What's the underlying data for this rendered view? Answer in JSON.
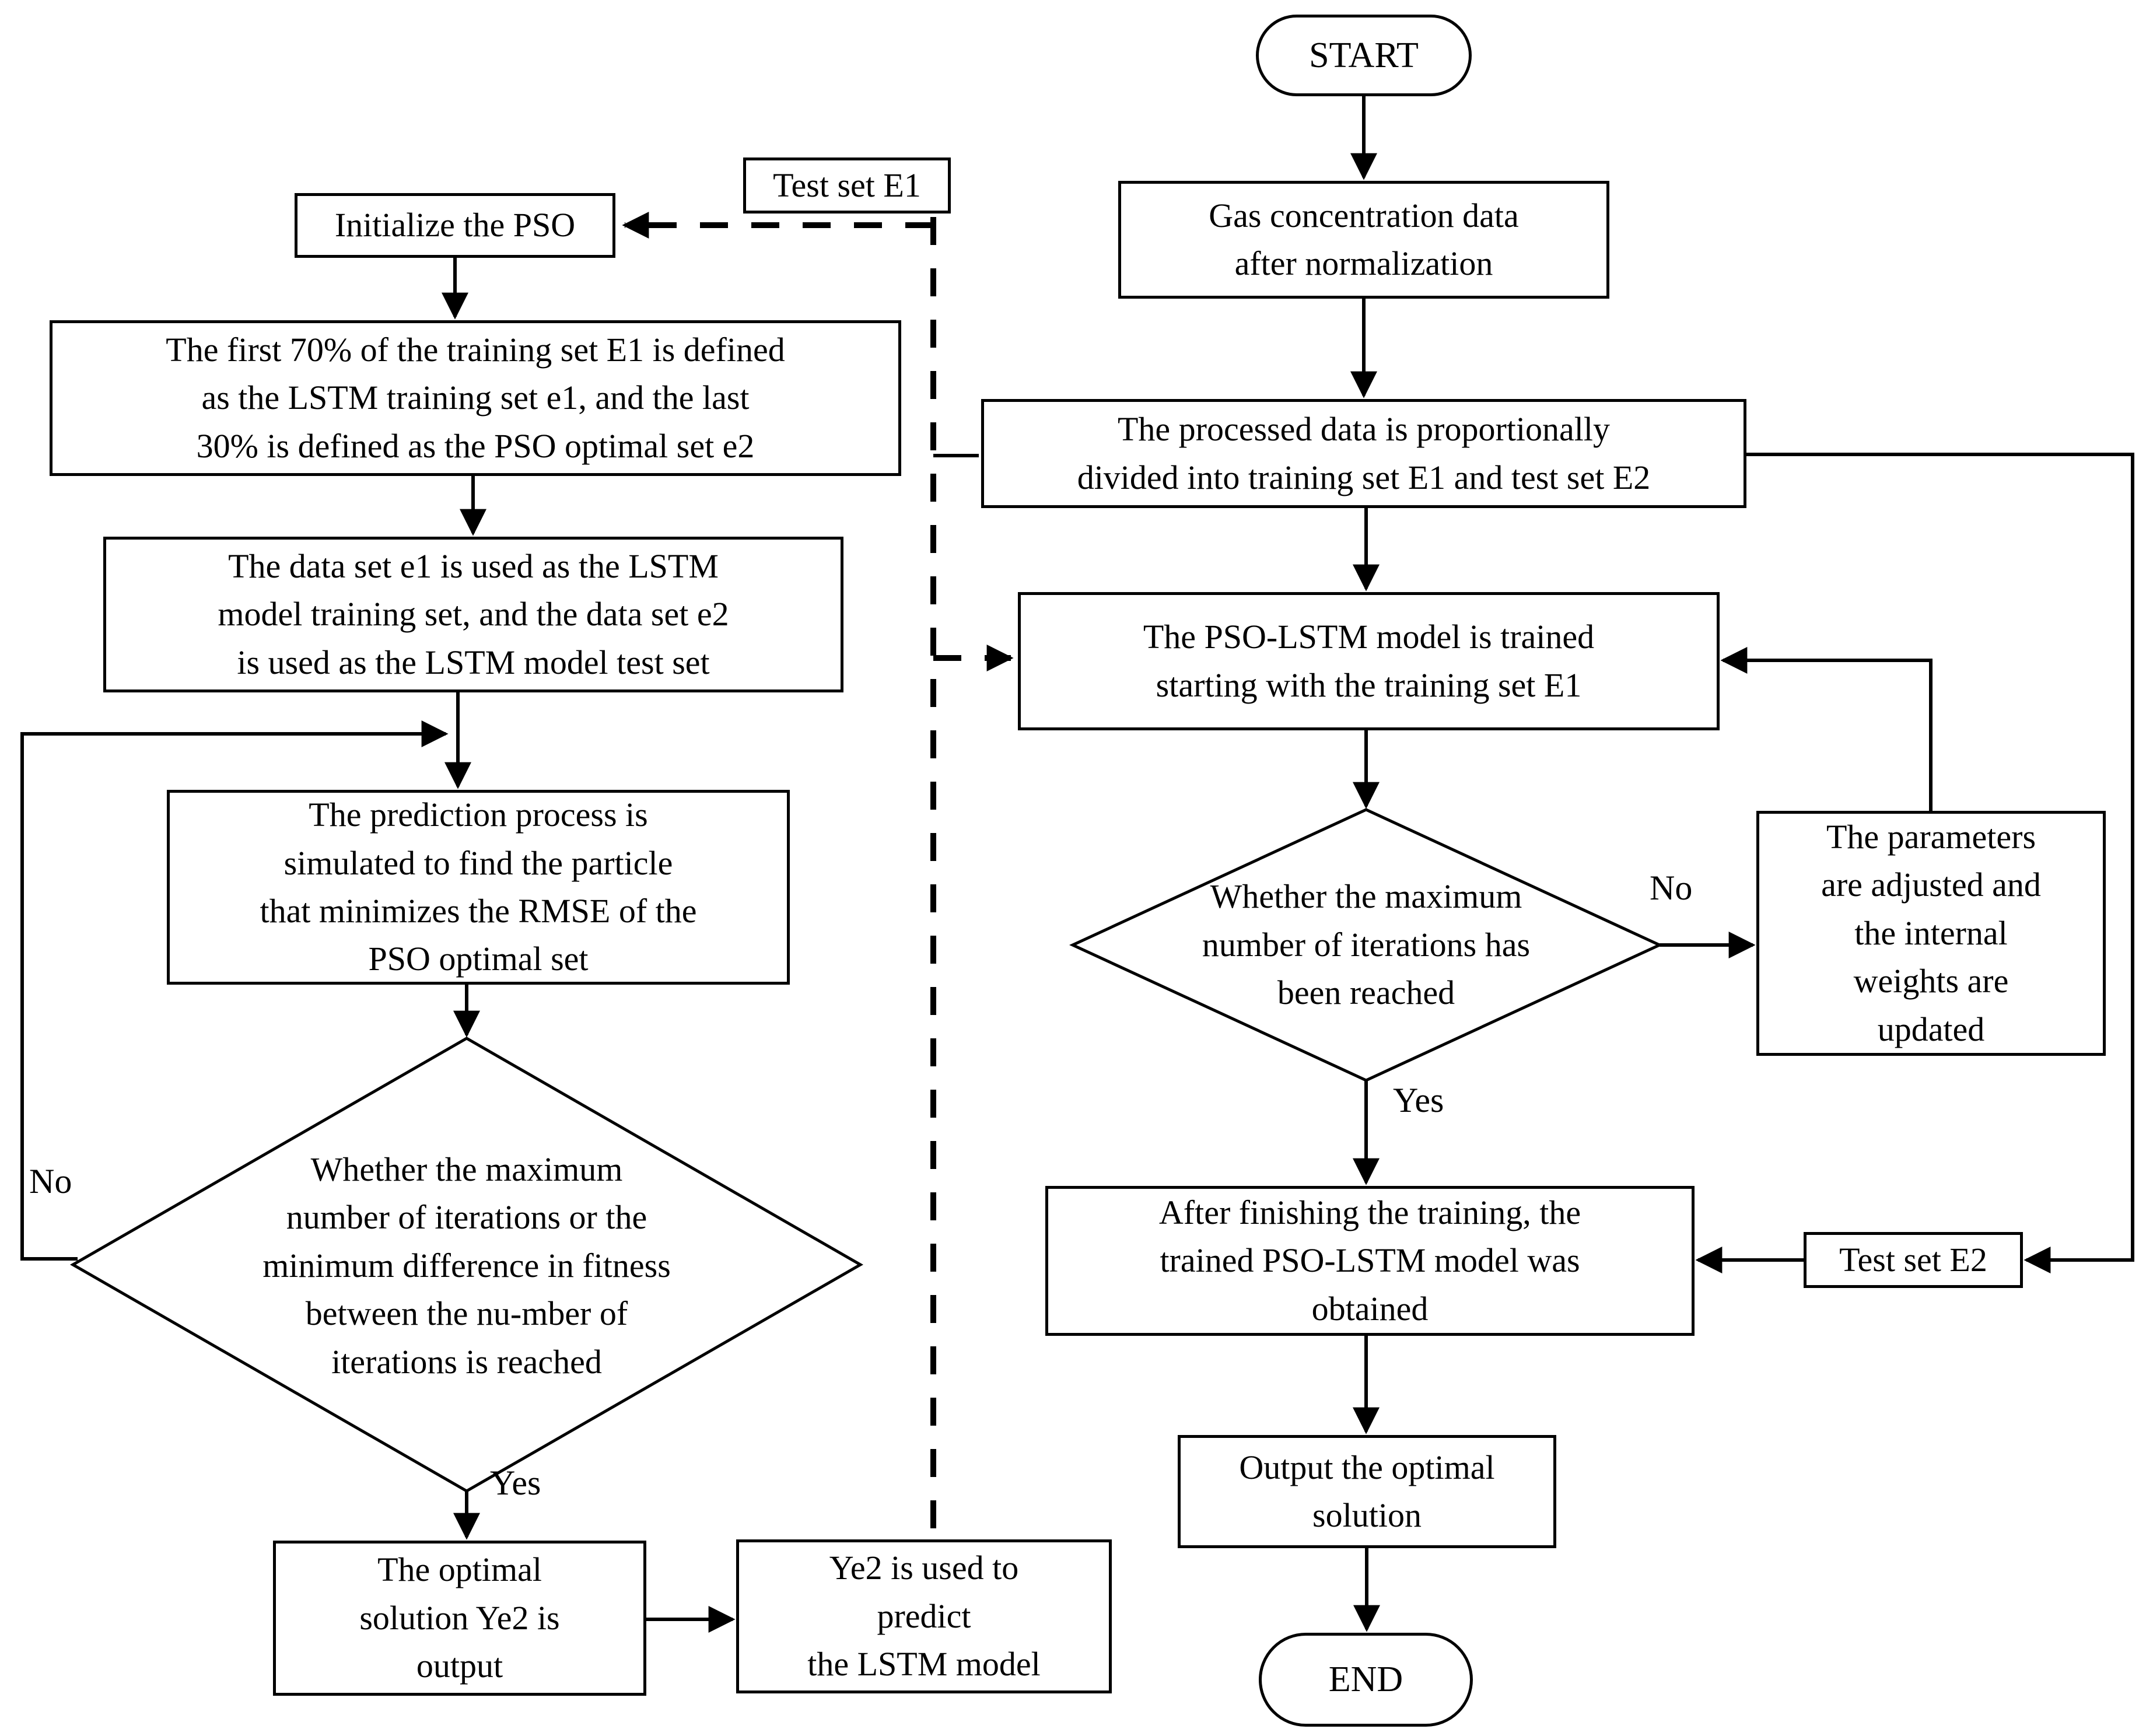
{
  "nodes": {
    "start": {
      "label": "START"
    },
    "gas": {
      "label": "Gas concentration data\nafter normalization"
    },
    "processed": {
      "label": "The processed data is proportionally\ndivided into training set E1 and test set E2"
    },
    "pso_lstm": {
      "label": "The PSO-LSTM model is trained\nstarting with the training set E1"
    },
    "right_decision": {
      "label": "Whether the maximum\nnumber of iterations has\nbeen reached"
    },
    "params": {
      "label": "The parameters\nare adjusted and\nthe internal\nweights are\nupdated"
    },
    "after": {
      "label": "After finishing the training, the\ntrained PSO-LSTM model was\nobtained"
    },
    "test_e2": {
      "label": "Test set E2"
    },
    "output": {
      "label": "Output the optimal\nsolution"
    },
    "end": {
      "label": "END"
    },
    "test_e1": {
      "label": "Test set E1"
    },
    "init_pso": {
      "label": "Initialize the PSO"
    },
    "split70": {
      "label": "The first 70% of the training set E1 is defined\nas the LSTM training set e1, and the last\n30% is defined as the PSO optimal set e2"
    },
    "dataset_e1": {
      "label": "The data set e1 is used as the LSTM\nmodel training set, and the data set e2\nis used as the LSTM model test set"
    },
    "prediction": {
      "label": "The prediction process is\nsimulated to find the particle\nthat minimizes the RMSE of the\nPSO optimal set"
    },
    "left_decision": {
      "label": "Whether the maximum\nnumber of iterations or the\nminimum difference in fitness\nbetween the nu-mber of\niterations is reached"
    },
    "ye2_output": {
      "label": "The optimal\nsolution Ye2 is\noutput"
    },
    "ye2_predict": {
      "label": "Ye2 is used to\npredict\nthe LSTM model"
    }
  },
  "edge_labels": {
    "left_no": "No",
    "left_yes": "Yes",
    "right_no": "No",
    "right_yes": "Yes"
  },
  "colors": {
    "line": "#000000",
    "background": "#ffffff"
  }
}
